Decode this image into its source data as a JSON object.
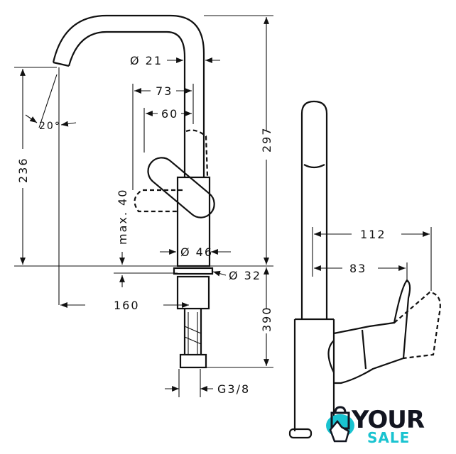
{
  "dimensions": {
    "d_spout": "Ø 21",
    "w73": "73",
    "w60": "60",
    "angle": "20°",
    "h236": "236",
    "h297": "297",
    "max40": "max. 40",
    "d46": "Ø 46",
    "d32": "Ø 32",
    "w160": "160",
    "h390": "390",
    "thread": "G3/8",
    "side112": "112",
    "side83": "83"
  },
  "logo": {
    "line1": "YOUR",
    "line2": "SALE"
  },
  "colors": {
    "logo_dark": "#121520",
    "logo_accent": "#19c3d0"
  }
}
